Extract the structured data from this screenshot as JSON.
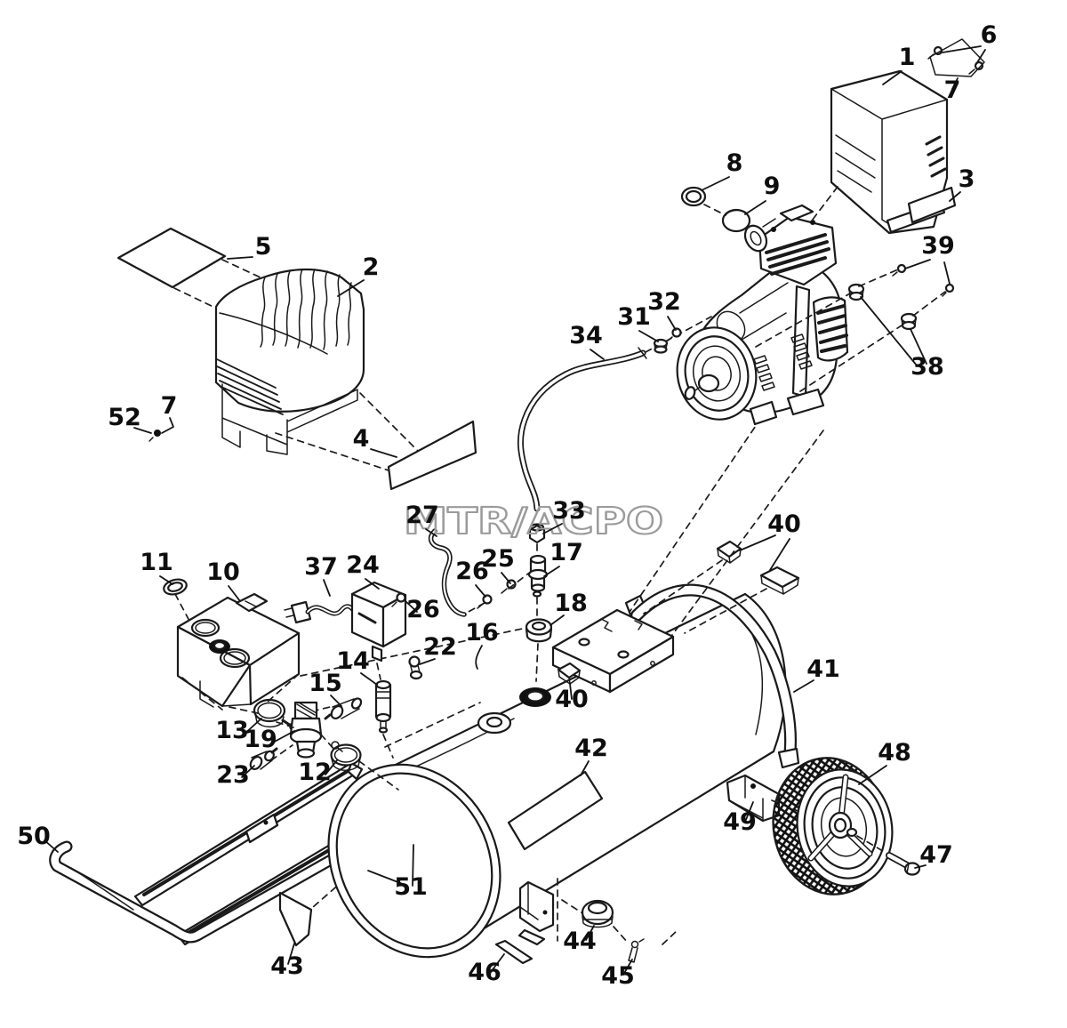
{
  "watermark": {
    "text": "MTR/ACPO"
  },
  "callouts": [
    {
      "text": "1"
    },
    {
      "text": "2"
    },
    {
      "text": "3"
    },
    {
      "text": "4"
    },
    {
      "text": "5"
    },
    {
      "text": "6"
    },
    {
      "text": "7"
    },
    {
      "text": "7"
    },
    {
      "text": "8"
    },
    {
      "text": "9"
    },
    {
      "text": "10"
    },
    {
      "text": "11"
    },
    {
      "text": "12"
    },
    {
      "text": "13"
    },
    {
      "text": "14"
    },
    {
      "text": "15"
    },
    {
      "text": "16"
    },
    {
      "text": "17"
    },
    {
      "text": "18"
    },
    {
      "text": "19"
    },
    {
      "text": "22"
    },
    {
      "text": "23"
    },
    {
      "text": "24"
    },
    {
      "text": "25"
    },
    {
      "text": "26"
    },
    {
      "text": "26"
    },
    {
      "text": "27"
    },
    {
      "text": "31"
    },
    {
      "text": "32"
    },
    {
      "text": "33"
    },
    {
      "text": "34"
    },
    {
      "text": "37"
    },
    {
      "text": "38"
    },
    {
      "text": "39"
    },
    {
      "text": "40"
    },
    {
      "text": "40"
    },
    {
      "text": "41"
    },
    {
      "text": "42"
    },
    {
      "text": "43"
    },
    {
      "text": "44"
    },
    {
      "text": "45"
    },
    {
      "text": "46"
    },
    {
      "text": "47"
    },
    {
      "text": "48"
    },
    {
      "text": "49"
    },
    {
      "text": "50"
    },
    {
      "text": "51"
    },
    {
      "text": "52"
    }
  ]
}
